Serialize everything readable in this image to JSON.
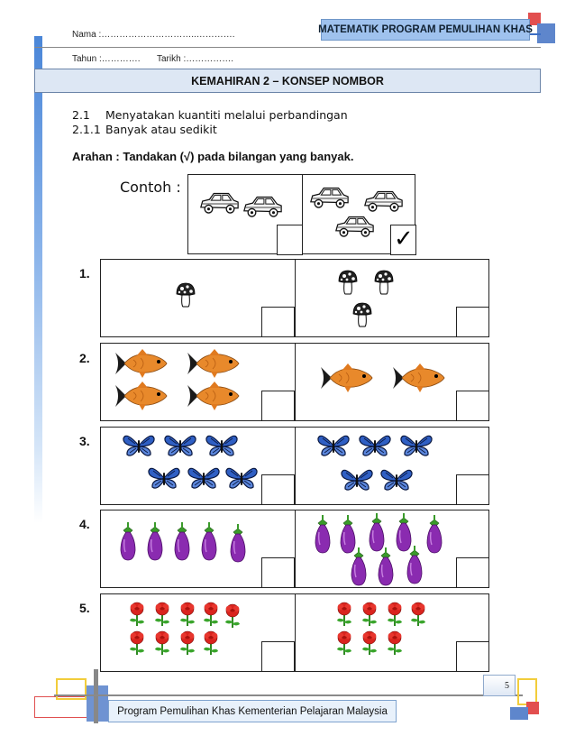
{
  "header": {
    "program_title": "MATEMATIK  PROGRAM PEMULIHAN  KHAS",
    "name_field": "Nama :…………………………..………….",
    "year_field": "Tahun :………….",
    "date_field": "Tarikh :……………."
  },
  "banner": {
    "title": "KEMAHIRAN 2 – KONSEP NOMBOR"
  },
  "objectives": [
    {
      "num": "2.1",
      "text": "Menyatakan kuantiti melalui perbandingan"
    },
    {
      "num": "2.1.1",
      "text": "Banyak atau sedikit"
    }
  ],
  "instruction": "Arahan :  Tandakan (√) pada bilangan yang banyak.",
  "example": {
    "label": "Contoh :",
    "left_count": 2,
    "right_count": 3,
    "checked": "right",
    "icon": "car-icon"
  },
  "questions": [
    {
      "num": "1.",
      "icon": "mushroom-icon",
      "left_count": 1,
      "right_count": 3
    },
    {
      "num": "2.",
      "icon": "goldfish-icon",
      "left_count": 4,
      "right_count": 2
    },
    {
      "num": "3.",
      "icon": "butterfly-icon",
      "left_count": 6,
      "right_count": 5
    },
    {
      "num": "4.",
      "icon": "eggplant-icon",
      "left_count": 5,
      "right_count": 8
    },
    {
      "num": "5.",
      "icon": "rose-icon",
      "left_count": 9,
      "right_count": 7
    }
  ],
  "footer": {
    "text": "Program  Pemulihan Khas Kementerian Pelajaran Malaysia",
    "page_number": "5"
  },
  "colors": {
    "accent_blue": "#4a86d8",
    "header_fill": "#9fc2ee",
    "banner_fill": "#dde7f4"
  }
}
